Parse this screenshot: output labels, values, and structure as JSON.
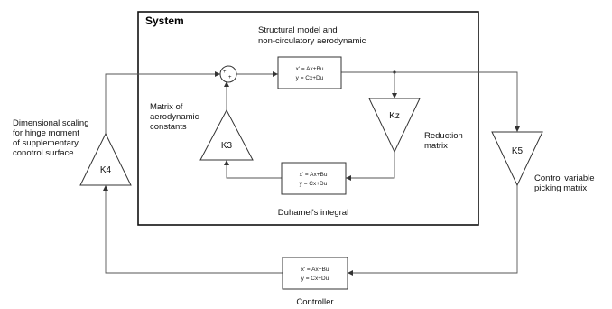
{
  "system": {
    "title": "System"
  },
  "blocks": {
    "structural": {
      "caption_line1": "Structural model and",
      "caption_line2": "non-circulatory aerodynamic",
      "eq1": "x' = Ax+Bu",
      "eq2": "y = Cx+Du"
    },
    "duhamel": {
      "caption": "Duhamel's integral",
      "eq1": "x' = Ax+Bu",
      "eq2": "y = Cx+Du"
    },
    "controller": {
      "caption": "Controller",
      "eq1": "x' = Ax+Bu",
      "eq2": "y = Cx+Du"
    }
  },
  "gains": {
    "k3": {
      "label": "K3",
      "desc_line1": "Matrix of",
      "desc_line2": "aerodynamic",
      "desc_line3": "constants"
    },
    "k4": {
      "label": "K4",
      "desc_line1": "Dimensional scaling",
      "desc_line2": "for hinge moment",
      "desc_line3": "of supplementary",
      "desc_line4": "conotrol surface"
    },
    "kz": {
      "label": "Kz",
      "desc_line1": "Reduction",
      "desc_line2": "matrix"
    },
    "k5": {
      "label": "K5",
      "desc_line1": "Control variable",
      "desc_line2": "picking matrix"
    }
  },
  "sum": {
    "sign1": "+",
    "sign2": "+"
  }
}
